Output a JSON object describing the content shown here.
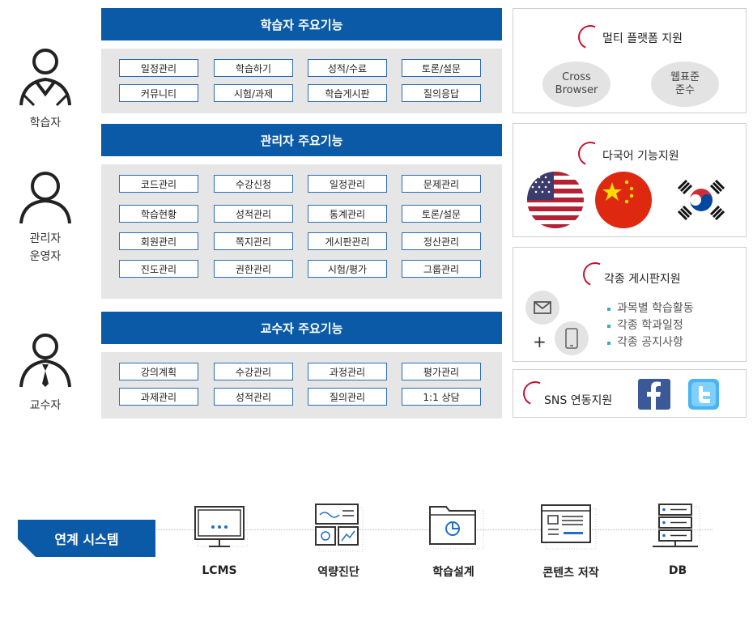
{
  "roles": {
    "learner": "학습자",
    "admin_line1": "관리자",
    "admin_line2": "운영자",
    "professor": "교수자"
  },
  "learner_section": {
    "title": "학습자 주요기능",
    "items": [
      "일정관리",
      "학습하기",
      "성적/수료",
      "토론/설문",
      "커뮤니티",
      "시험/과제",
      "학습게시판",
      "질의응답"
    ]
  },
  "admin_section": {
    "title": "관리자 주요기능",
    "items": [
      "코드관리",
      "수강신청",
      "일정관리",
      "문제관리",
      "학습현황",
      "성적관리",
      "통계관리",
      "토론/설문",
      "회원관리",
      "쪽지관리",
      "게시판관리",
      "정산관리",
      "진도관리",
      "권한관리",
      "시험/평가",
      "그룹관리"
    ]
  },
  "professor_section": {
    "title": "교수자 주요기능",
    "items": [
      "강의계획",
      "수강관리",
      "과정관리",
      "평가관리",
      "과제관리",
      "성적관리",
      "질의관리",
      "1:1 상담"
    ]
  },
  "panels": {
    "multiplatform": {
      "title": "멀티 플랫폼 지원",
      "circle1_line1": "Cross",
      "circle1_line2": "Browser",
      "circle2_line1": "웹표준",
      "circle2_line2": "준수"
    },
    "multilang": {
      "title": "다국어 기능지원",
      "flags": [
        "usa-flag-icon",
        "china-flag-icon",
        "korea-flag-icon"
      ]
    },
    "boards": {
      "title": "각종 게시판지원",
      "plus": "+",
      "bullets": [
        "과목별 학습활동",
        "각종 학과일정",
        "각종 공지사항"
      ]
    },
    "sns": {
      "title": "SNS 연동지원",
      "icons": [
        "facebook-icon",
        "twitter-icon"
      ]
    }
  },
  "linked": {
    "label": "연계 시스템",
    "systems": [
      "LCMS",
      "역량진단",
      "학습설계",
      "콘텐츠 저작",
      "DB"
    ]
  },
  "colors": {
    "primary": "#0b5aa8",
    "accent": "#c8102e",
    "panel_gray": "#e6e6e6"
  }
}
